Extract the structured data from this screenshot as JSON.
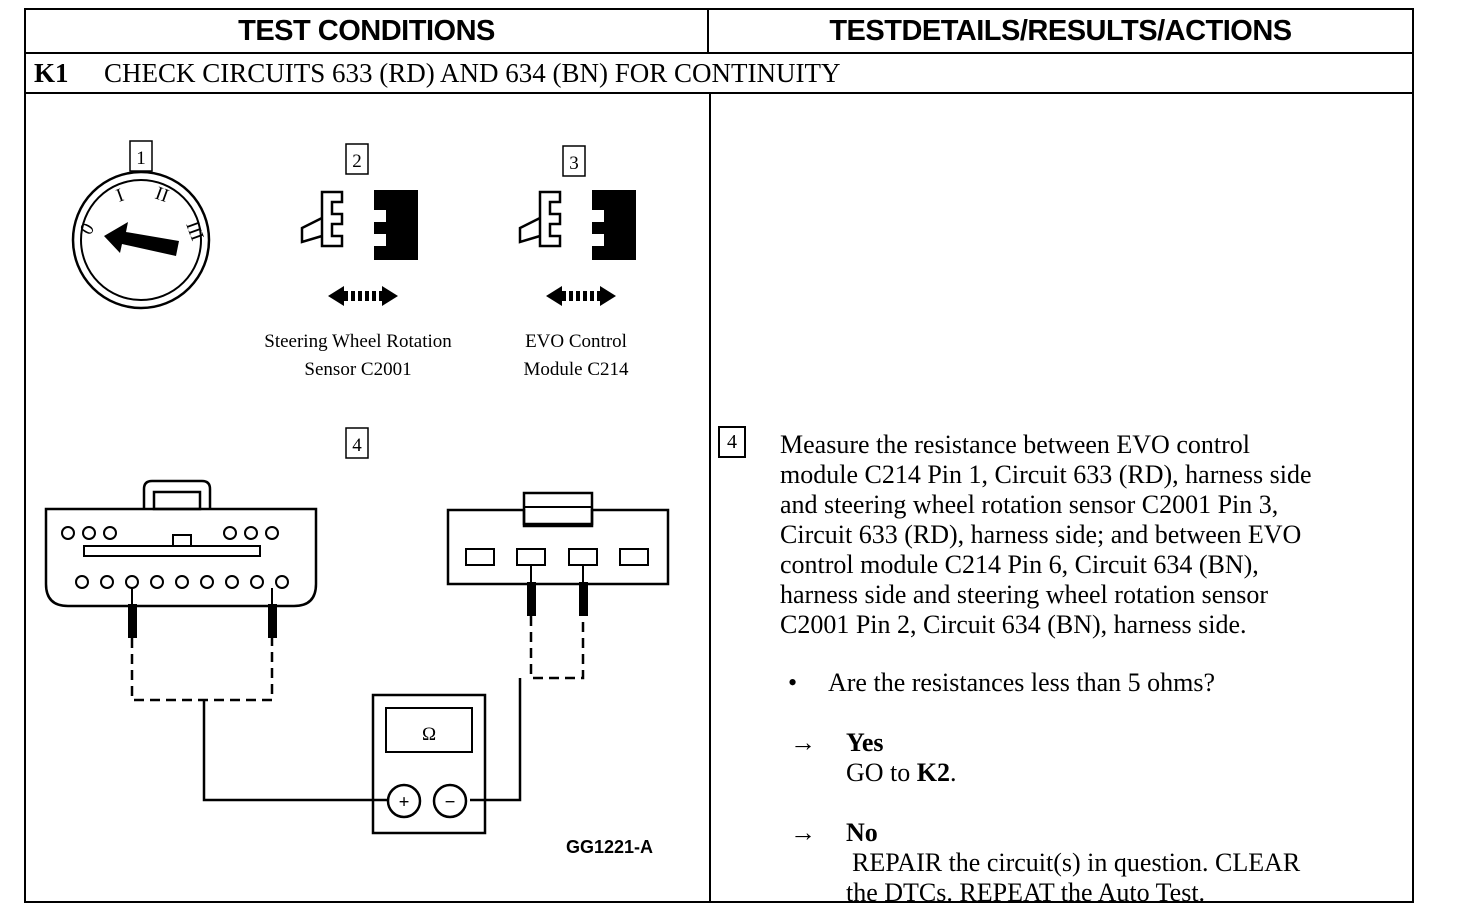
{
  "headers": {
    "left": "TEST CONDITIONS",
    "right": "TESTDETAILS/RESULTS/ACTIONS"
  },
  "step": {
    "id": "K1",
    "title": "CHECK CIRCUITS 633 (RD) AND 634 (BN) FOR CONTINUITY"
  },
  "figure": {
    "callouts": [
      "1",
      "2",
      "3",
      "4"
    ],
    "labels": {
      "sensor_line1": "Steering Wheel Rotation",
      "sensor_line2": "Sensor C2001",
      "module_line1": "EVO Control",
      "module_line2": "Module C214"
    },
    "meter_symbol": "Ω",
    "plus": "+",
    "minus": "−",
    "figure_id": "GG1221-A",
    "ignition_marks": [
      "0",
      "I",
      "II",
      "III"
    ]
  },
  "details": {
    "step_number": "4",
    "measure_lines": [
      "Measure the resistance between EVO control",
      "module C214 Pin 1, Circuit 633 (RD), harness side",
      "and steering wheel rotation sensor C2001 Pin 3,",
      "Circuit 633 (RD), harness side; and between EVO",
      "control module C214 Pin 6, Circuit 634 (BN),",
      "harness side and steering wheel rotation sensor",
      "C2001 Pin 2, Circuit 634 (BN), harness side."
    ],
    "bullet_symbol": "•",
    "question": "Are the resistances less than 5 ohms?",
    "arrow_symbol": "→",
    "yes_label": "Yes",
    "yes_action_prefix": "GO to ",
    "yes_action_target": "K2",
    "yes_action_suffix": ".",
    "no_label": "No",
    "no_action_line1": "REPAIR the circuit(s) in question. CLEAR",
    "no_action_line2": "the DTCs. REPEAT the Auto Test."
  }
}
